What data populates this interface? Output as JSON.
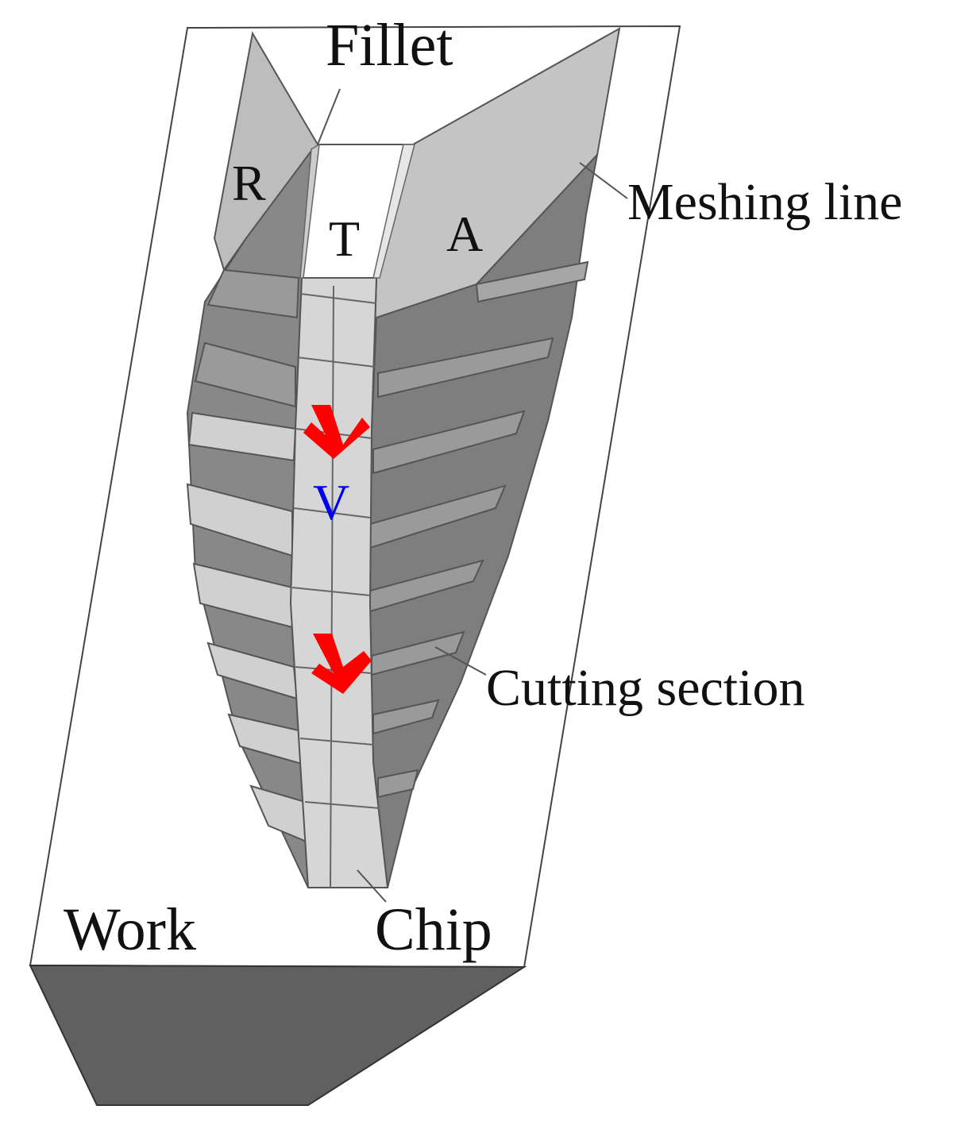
{
  "labels": {
    "fillet": "Fillet",
    "meshing_line": "Meshing line",
    "cutting_section": "Cutting section",
    "chip": "Chip",
    "work": "Work",
    "r": "R",
    "t": "T",
    "a": "A",
    "v": "V"
  },
  "colors": {
    "work_face": "#ffffff",
    "work_side": "#606060",
    "outline": "#444444",
    "rake_face": "#bdbdbd",
    "band_dark": "#7f7f7f",
    "band_mid": "#9a9a9a",
    "band_light": "#cfcfcf",
    "top_face": "#e2e2e2",
    "arrow": "#ff0000",
    "velocity_label": "#0000ee"
  },
  "icons": {
    "feed_arrow": "down-right-arrow"
  }
}
